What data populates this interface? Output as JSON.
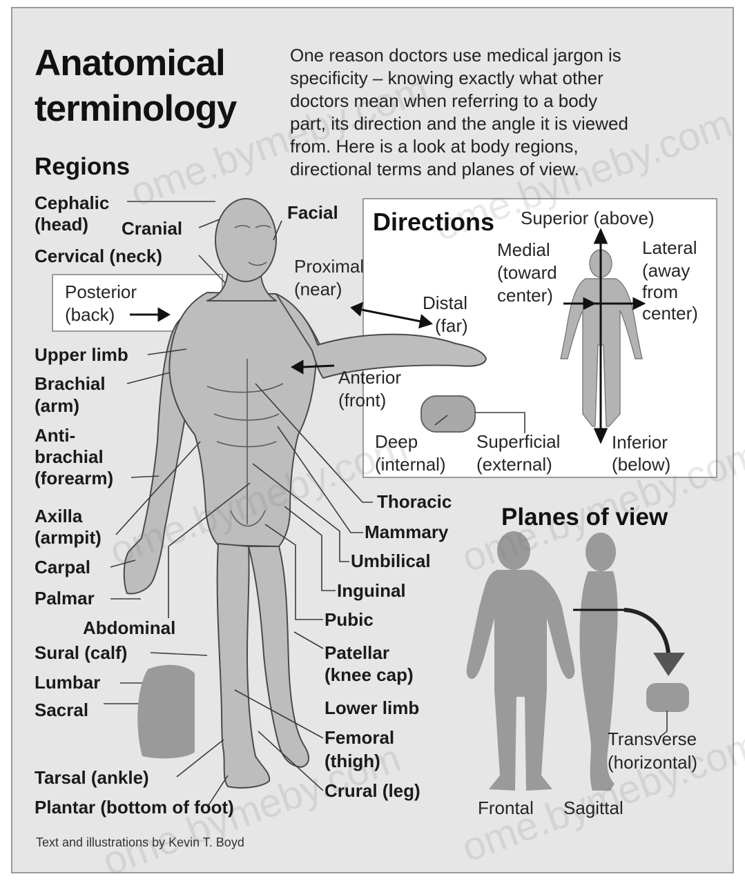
{
  "title": [
    "Anatomical",
    "terminology"
  ],
  "intro": [
    "One reason doctors use medical jargon is",
    "specificity – knowing exactly what other",
    "doctors mean when referring to a body",
    "part, its direction and the angle it is viewed",
    "from. Here is a look at body regions,",
    "directional terms and planes of view."
  ],
  "regions": {
    "heading": "Regions",
    "cephalic": [
      "Cephalic",
      "(head)"
    ],
    "cranial": "Cranial",
    "facial": "Facial",
    "cervical": "Cervical (neck)",
    "upper_limb": "Upper limb",
    "brachial": [
      "Brachial",
      "(arm)"
    ],
    "antebrachial": [
      "Anti-",
      "brachial",
      "(forearm)"
    ],
    "axilla": [
      "Axilla",
      "(armpit)"
    ],
    "carpal": "Carpal",
    "palmar": "Palmar",
    "abdominal": "Abdominal",
    "sural": "Sural (calf)",
    "lumbar": "Lumbar",
    "sacral": "Sacral",
    "tarsal": "Tarsal (ankle)",
    "plantar": "Plantar (bottom of foot)",
    "thoracic": "Thoracic",
    "mammary": "Mammary",
    "umbilical": "Umbilical",
    "inguinal": "Inguinal",
    "pubic": "Pubic",
    "patellar": [
      "Patellar",
      "(knee cap)"
    ],
    "lower_limb": "Lower limb",
    "femoral": [
      "Femoral",
      "(thigh)"
    ],
    "crural": "Crural (leg)"
  },
  "directions": {
    "heading": "Directions",
    "posterior": [
      "Posterior",
      "(back)"
    ],
    "proximal": [
      "Proximal",
      "(near)"
    ],
    "distal": [
      "Distal",
      "(far)"
    ],
    "anterior": [
      "Anterior",
      "(front)"
    ],
    "deep": [
      "Deep",
      "(internal)"
    ],
    "superficial": [
      "Superficial",
      "(external)"
    ],
    "superior": "Superior (above)",
    "medial": [
      "Medial",
      "(toward",
      "center)"
    ],
    "lateral": [
      "Lateral",
      "(away",
      "from",
      "center)"
    ],
    "inferior": [
      "Inferior",
      "(below)"
    ]
  },
  "planes": {
    "heading": "Planes of view",
    "frontal": "Frontal",
    "sagittal": "Sagittal",
    "transverse": [
      "Transverse",
      "(horizontal)"
    ]
  },
  "credit": "Text and illustrations by Kevin T. Boyd",
  "watermark": "ome.bymeby.com",
  "colors": {
    "panel": "#e6e6e6",
    "figure": "#bdbdbd",
    "figure_outline": "#4a4a4a",
    "silhouette": "#9a9a9a",
    "inset": "#ffffff"
  }
}
